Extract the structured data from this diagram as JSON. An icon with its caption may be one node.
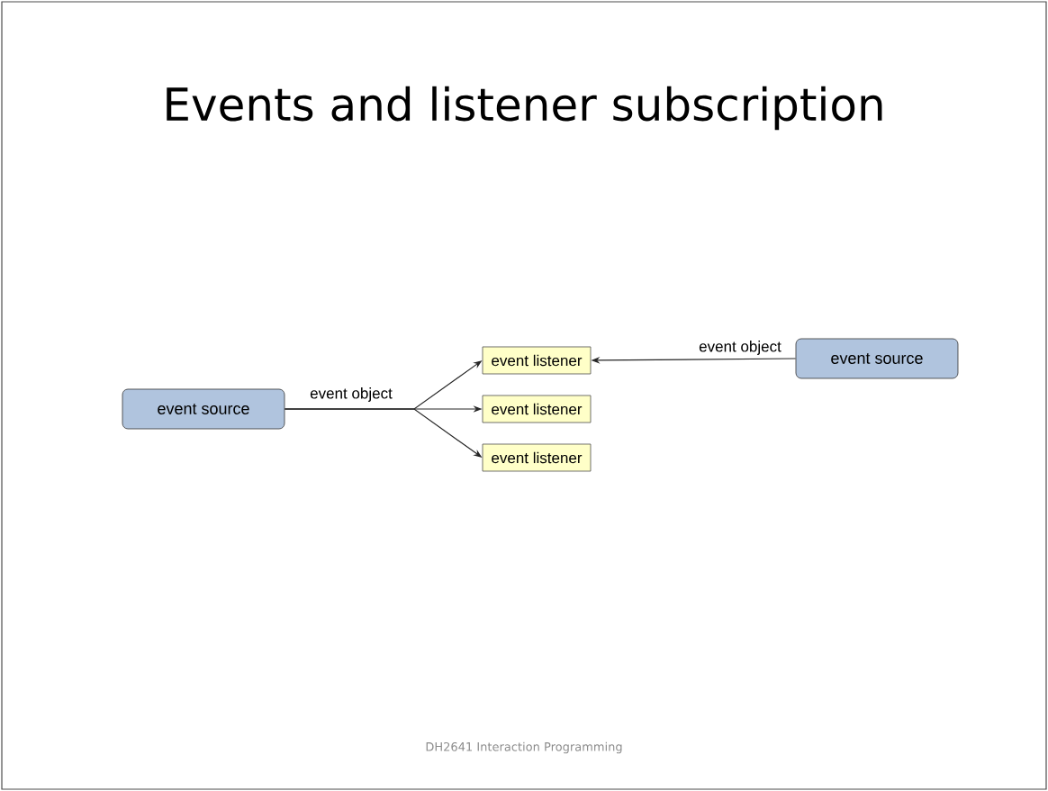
{
  "diagram": {
    "title": "Events and listener subscription",
    "nodes": [
      {
        "text": [
          "event source"
        ]
      },
      {
        "text": [
          "event listener"
        ]
      },
      {
        "text": [
          "event listener"
        ]
      },
      {
        "text": [
          "event listener"
        ]
      },
      {
        "text": [
          "event source"
        ]
      }
    ],
    "edges": [
      {
        "from": 0,
        "to": 1,
        "arrow": "to",
        "label": "event object"
      },
      {
        "from": 0,
        "to": 2,
        "arrow": "to"
      },
      {
        "from": 0,
        "to": 3,
        "arrow": "to"
      },
      {
        "from": 4,
        "to": 1,
        "arrow": "to",
        "label": "event object"
      }
    ],
    "labels": [
      "DH2641 Interaction Programming"
    ]
  }
}
